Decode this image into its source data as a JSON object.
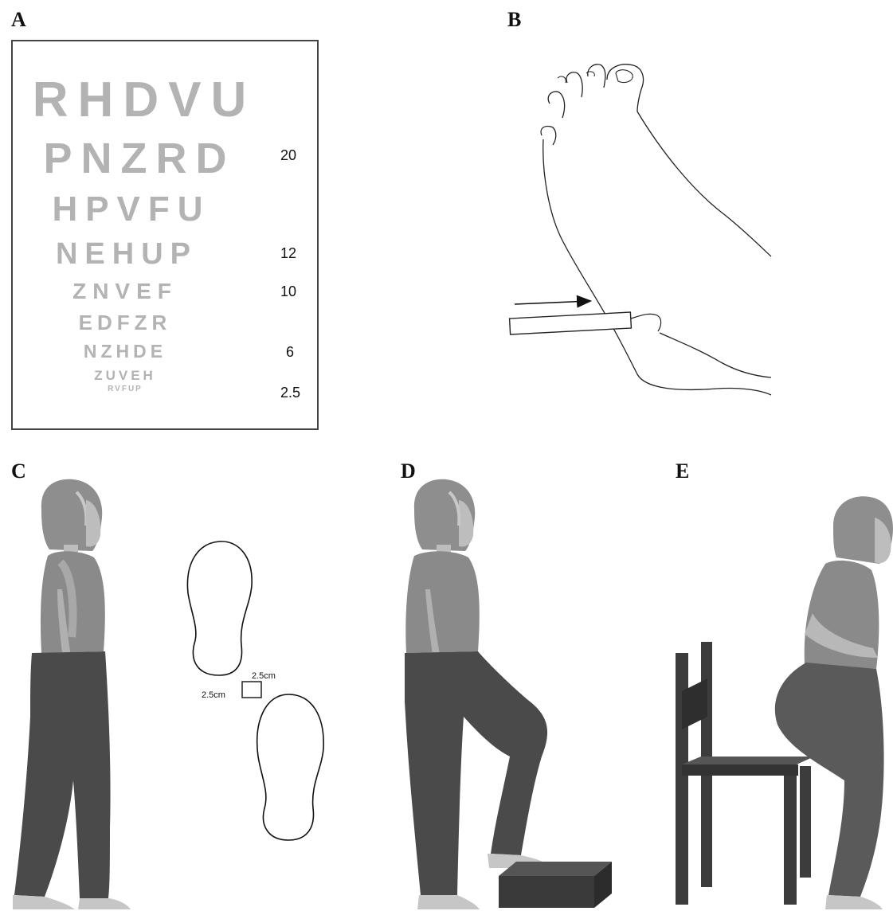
{
  "panels": {
    "a": "A",
    "b": "B",
    "c": "C",
    "d": "D",
    "e": "E"
  },
  "eye_chart": {
    "rows": [
      "RHDVU",
      "PNZRD",
      "HPVFU",
      "NEHUP",
      "ZNVEF",
      "EDFZR",
      "NZHDE",
      "ZUVEH",
      "RVFUP"
    ],
    "numbers": [
      "20",
      "12",
      "10",
      "6",
      "2.5"
    ]
  },
  "foot_diagram": {
    "dim_top": "2.5cm",
    "dim_left": "2.5cm"
  },
  "colors": {
    "chart_letters": "#b3b3b3",
    "shirt": "#8a8a8a",
    "pants": "#4a4a4a",
    "chair": "#3c3c3c",
    "step": "#3a3a3a"
  }
}
